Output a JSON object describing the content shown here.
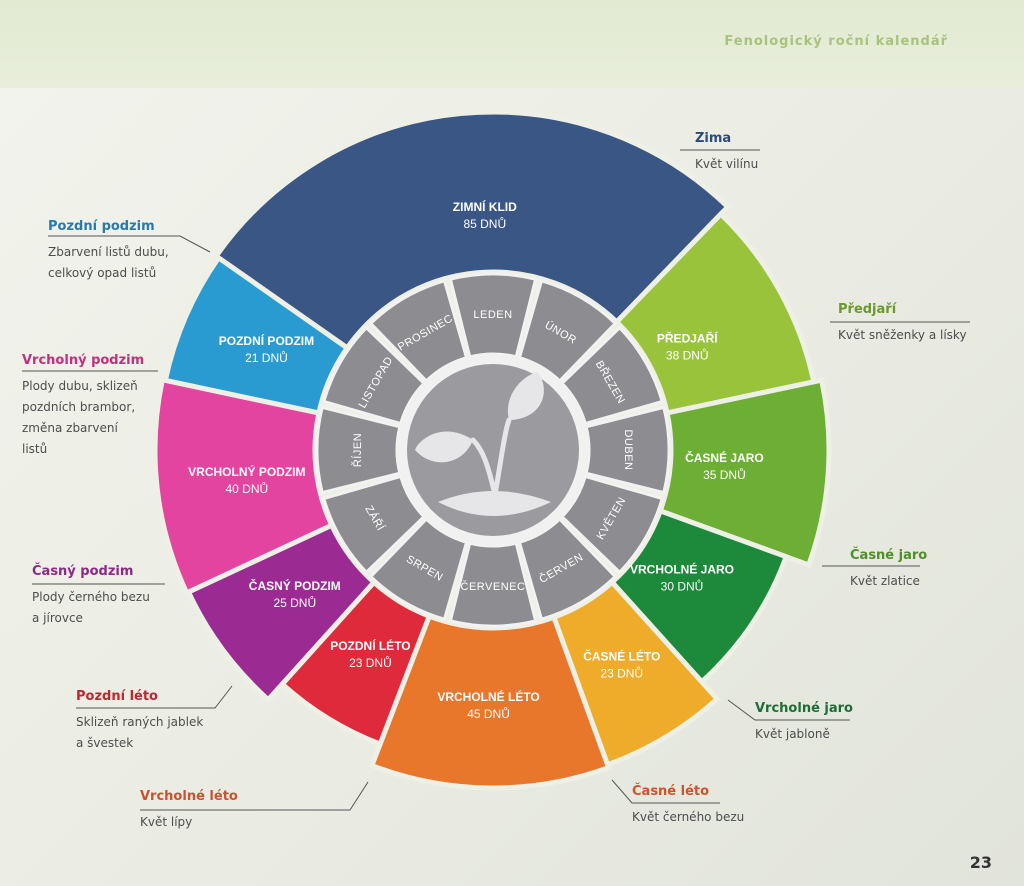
{
  "header": {
    "title": "Fenologický roční kalendář"
  },
  "page_number": "23",
  "segments": [
    {
      "id": "zimni-klid",
      "name": "ZIMNÍ KLID",
      "days": "85 DNŮ",
      "color": "#3a5685"
    },
    {
      "id": "predjari",
      "name": "PŘEDJAŘÍ",
      "days": "38 DNŮ",
      "color": "#9ac33c"
    },
    {
      "id": "casne-jaro",
      "name": "ČASNÉ JARO",
      "days": "35 DNŮ",
      "color": "#6dae35"
    },
    {
      "id": "vrcholne-jaro",
      "name": "VRCHOLNÉ JARO",
      "days": "30 DNŮ",
      "color": "#1c8a3a"
    },
    {
      "id": "casne-leto",
      "name": "ČASNÉ LÉTO",
      "days": "23 DNŮ",
      "color": "#eeac2a"
    },
    {
      "id": "vrcholne-leto",
      "name": "VRCHOLNÉ LÉTO",
      "days": "45 DNŮ",
      "color": "#e8762b"
    },
    {
      "id": "pozdni-leto",
      "name": "POZDNÍ LÉTO",
      "days": "23 DNŮ",
      "color": "#de2a3b"
    },
    {
      "id": "casny-podzim",
      "name": "ČASNÝ PODZIM",
      "days": "25 DNŮ",
      "color": "#9b2b93"
    },
    {
      "id": "vrcholny-podzim",
      "name": "VRCHOLNÝ PODZIM",
      "days": "40 DNŮ",
      "color": "#e2449f"
    },
    {
      "id": "pozdni-podzim",
      "name": "POZDNÍ PODZIM",
      "days": "21 DNŮ",
      "color": "#2a9bd0"
    }
  ],
  "months": [
    "LEDEN",
    "ÚNOR",
    "BŘEZEN",
    "DUBEN",
    "KVĚTEN",
    "ČERVEN",
    "ČERVENEC",
    "SRPEN",
    "ZÁŘÍ",
    "ŘÍJEN",
    "LISTOPAD",
    "PROSINEC"
  ],
  "labels": [
    {
      "id": "zima",
      "title": "Zima",
      "lines": [
        "Květ vilínu"
      ],
      "color": "#2c4a7a"
    },
    {
      "id": "predjari",
      "title": "Předjaří",
      "lines": [
        "Květ sněženky a lísky"
      ],
      "color": "#6a9a2a"
    },
    {
      "id": "casne-jaro",
      "title": "Časné jaro",
      "lines": [
        "Květ zlatice"
      ],
      "color": "#4e8f2a"
    },
    {
      "id": "vrcholne-jaro",
      "title": "Vrcholné jaro",
      "lines": [
        "Květ jabloně"
      ],
      "color": "#1c6e34"
    },
    {
      "id": "casne-leto",
      "title": "Časné léto",
      "lines": [
        "Květ černého bezu"
      ],
      "color": "#d1512a"
    },
    {
      "id": "vrcholne-leto",
      "title": "Vrcholné léto",
      "lines": [
        "Květ lípy"
      ],
      "color": "#c8532e"
    },
    {
      "id": "pozdni-leto",
      "title": "Pozdní léto",
      "lines": [
        "Sklizeň raných jablek",
        "a švestek"
      ],
      "color": "#c0262f"
    },
    {
      "id": "casny-podzim",
      "title": "Časný podzim",
      "lines": [
        "Plody černého bezu",
        "a jírovce"
      ],
      "color": "#8b2a86"
    },
    {
      "id": "vrcholny-podzim",
      "title": "Vrcholný podzim",
      "lines": [
        "Plody dubu, sklizeň",
        "pozdních brambor,",
        "změna zbarvení",
        "listů"
      ],
      "color": "#c0307f"
    },
    {
      "id": "pozdni-podzim",
      "title": "Pozdní podzim",
      "lines": [
        "Zbarvení listů dubu,",
        "celkový opad listů"
      ],
      "color": "#2a79ad"
    }
  ],
  "icons": {
    "center": "seedling-icon"
  }
}
